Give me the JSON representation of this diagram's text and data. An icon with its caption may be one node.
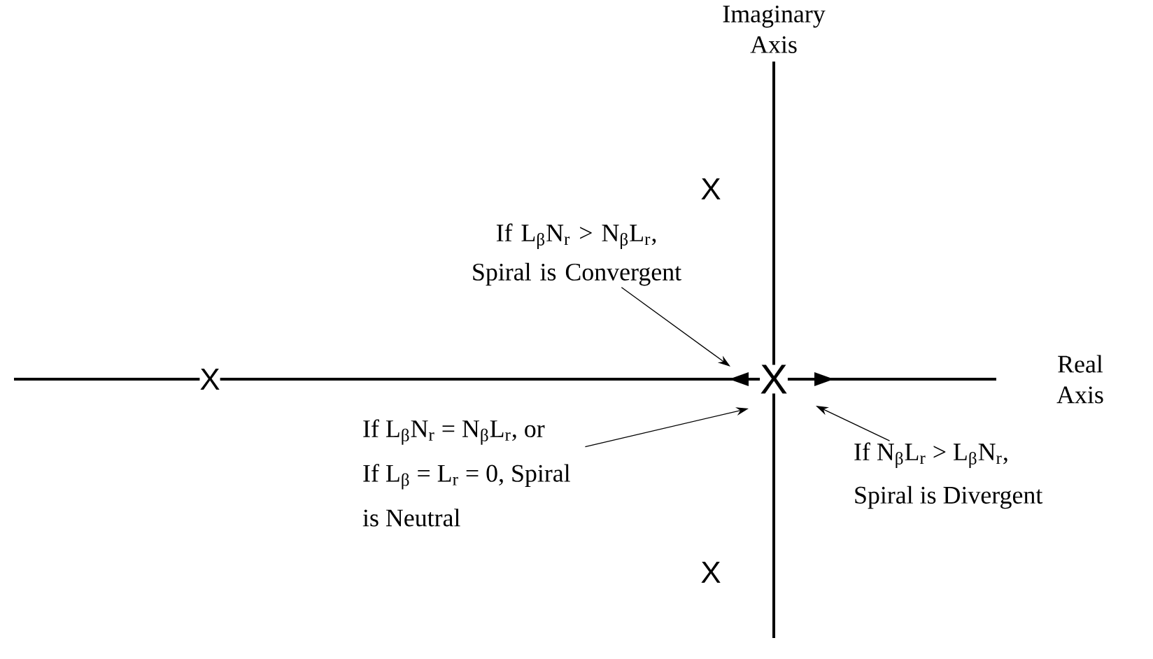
{
  "diagram": {
    "nodes": [
      {
        "text": [
          "Imaginary Axis"
        ]
      },
      {
        "text": [
          "Real Axis"
        ]
      },
      {
        "text": [
          "If L$_{β}$N$_{r}$ > N$_{β}$L$_{r}$, Spiral is Convergent"
        ]
      },
      {
        "text": [
          "If L$_{β}$N$_{r}$ = N$_{β}$L$_{r}$, or",
          "If L$_{β}$ = L$_{r}$ = 0, Spiral is Neutral"
        ]
      },
      {
        "text": [
          "If N$_{β}$L$_{r}$ > L$_{β}$N$_{r}$, Spiral is Divergent"
        ]
      }
    ],
    "edges": [
      {
        "from": 2,
        "to": null,
        "arrow": "to"
      },
      {
        "from": 3,
        "to": null,
        "arrow": "to"
      },
      {
        "from": 4,
        "to": null,
        "arrow": "to"
      }
    ],
    "labels": [
      "X",
      "X",
      "X",
      "X"
    ]
  }
}
